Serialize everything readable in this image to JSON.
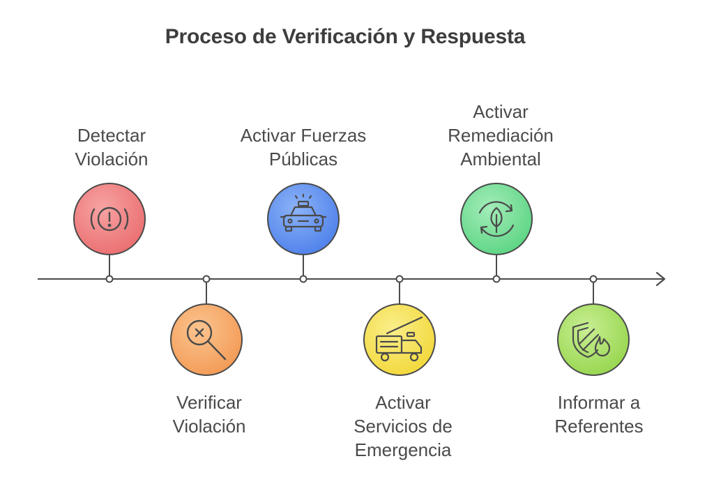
{
  "title": "Proceso de Verificación y Respuesta",
  "steps": [
    {
      "lines": [
        "Detectar",
        "Violación"
      ],
      "icon": "alert-icon",
      "color": "#ef7f80"
    },
    {
      "lines": [
        "Verificar",
        "Violación"
      ],
      "icon": "search-x-icon",
      "color": "#f7a865"
    },
    {
      "lines": [
        "Activar Fuerzas",
        "Públicas"
      ],
      "icon": "police-car-icon",
      "color": "#5b8ef0"
    },
    {
      "lines": [
        "Activar",
        "Servicios de",
        "Emergencia"
      ],
      "icon": "fire-truck-icon",
      "color": "#f6e050"
    },
    {
      "lines": [
        "Activar",
        "Remediación",
        "Ambiental"
      ],
      "icon": "recycle-leaf-icon",
      "color": "#6fdd91"
    },
    {
      "lines": [
        "Informar a",
        "Referentes"
      ],
      "icon": "shield-fire-icon",
      "color": "#a8e060"
    }
  ],
  "colors": {
    "line": "#4a4a4a",
    "text": "#4a4a4a"
  }
}
